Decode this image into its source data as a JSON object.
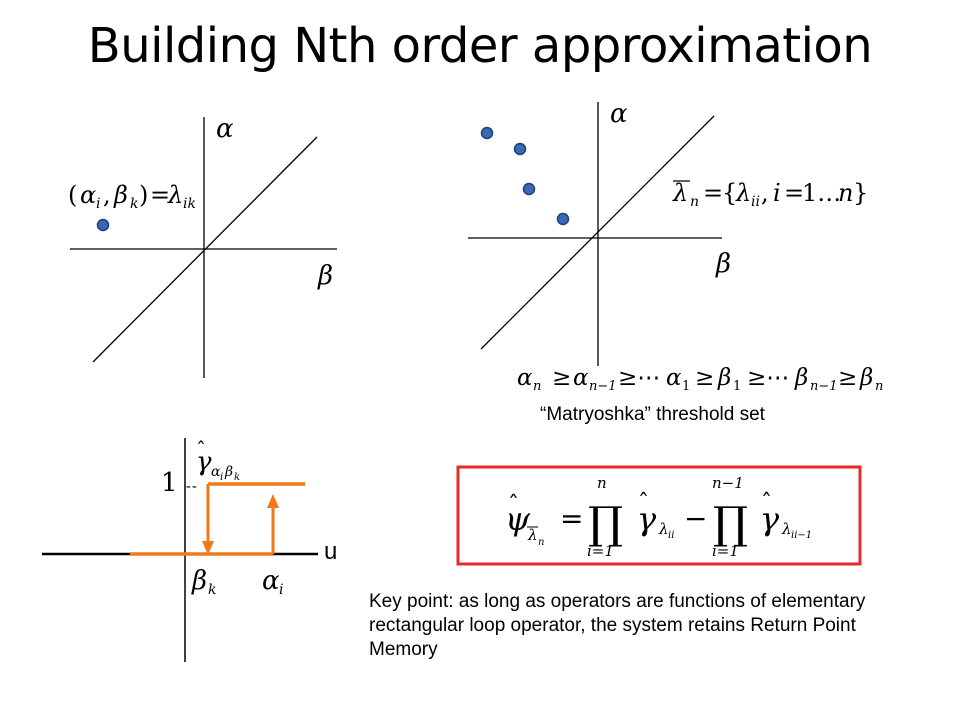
{
  "title": "Building Nth order approximation",
  "caption": "“Matryoshka” threshold set",
  "key_point": "Key point: as long as operators are functions of elementary rectangular loop operator, the system retains Return Point Memory",
  "u_label": "u",
  "one_label": "1",
  "dashes": "--",
  "colors": {
    "dot": "#3a68b5",
    "dot_stroke": "#1f3f7a",
    "loop": "#f07a1a",
    "box": "#e52a2a"
  }
}
